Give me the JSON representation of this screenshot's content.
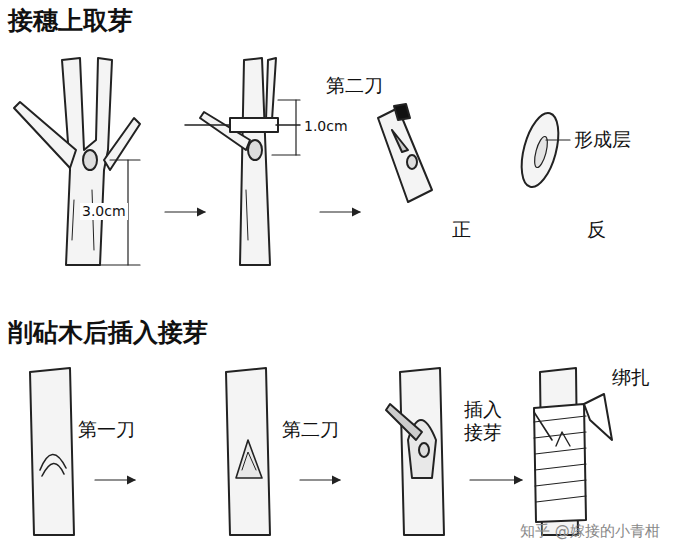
{
  "diagram": {
    "labels": [
      "接穗上取芽",
      "第二刀",
      "1.0cm",
      "3.0cm",
      "形成层",
      "正",
      "反",
      "削砧木后插入接芽",
      "第一刀",
      "第二刀",
      "插入 接芽",
      "绑扎",
      "知乎 @嫁接的小青柑"
    ]
  }
}
